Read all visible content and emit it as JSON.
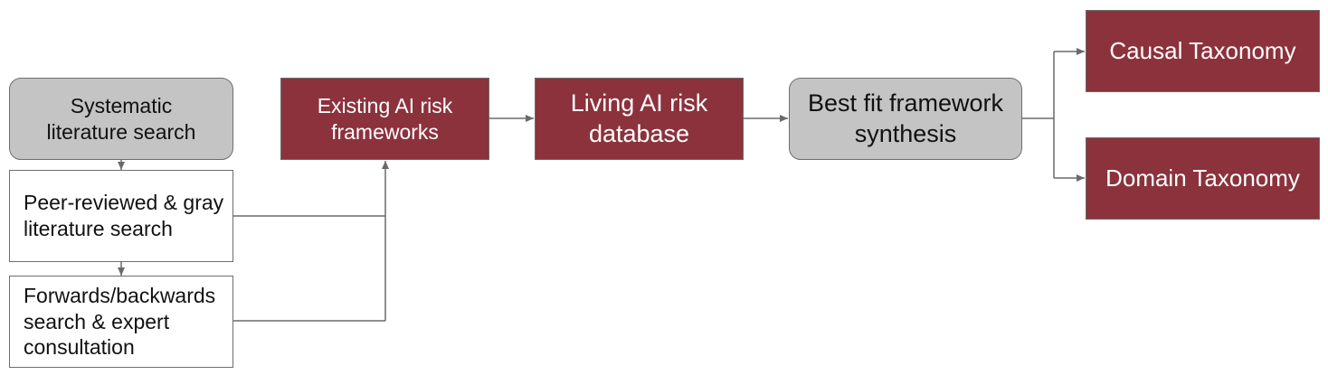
{
  "nodes": {
    "systematic_search": "Systematic\nliterature search",
    "peer_reviewed": "Peer-reviewed & gray\nliterature search",
    "forwards_backwards": "Forwards/backwards\nsearch & expert\nconsultation",
    "existing_frameworks": "Existing AI risk\nframeworks",
    "living_database": "Living AI risk\ndatabase",
    "best_fit_synthesis": "Best fit framework\nsynthesis",
    "causal_taxonomy": "Causal Taxonomy",
    "domain_taxonomy": "Domain Taxonomy"
  },
  "colors": {
    "red": "#8b323c",
    "gray": "#c4c4c4",
    "line": "#6a6a6a"
  }
}
